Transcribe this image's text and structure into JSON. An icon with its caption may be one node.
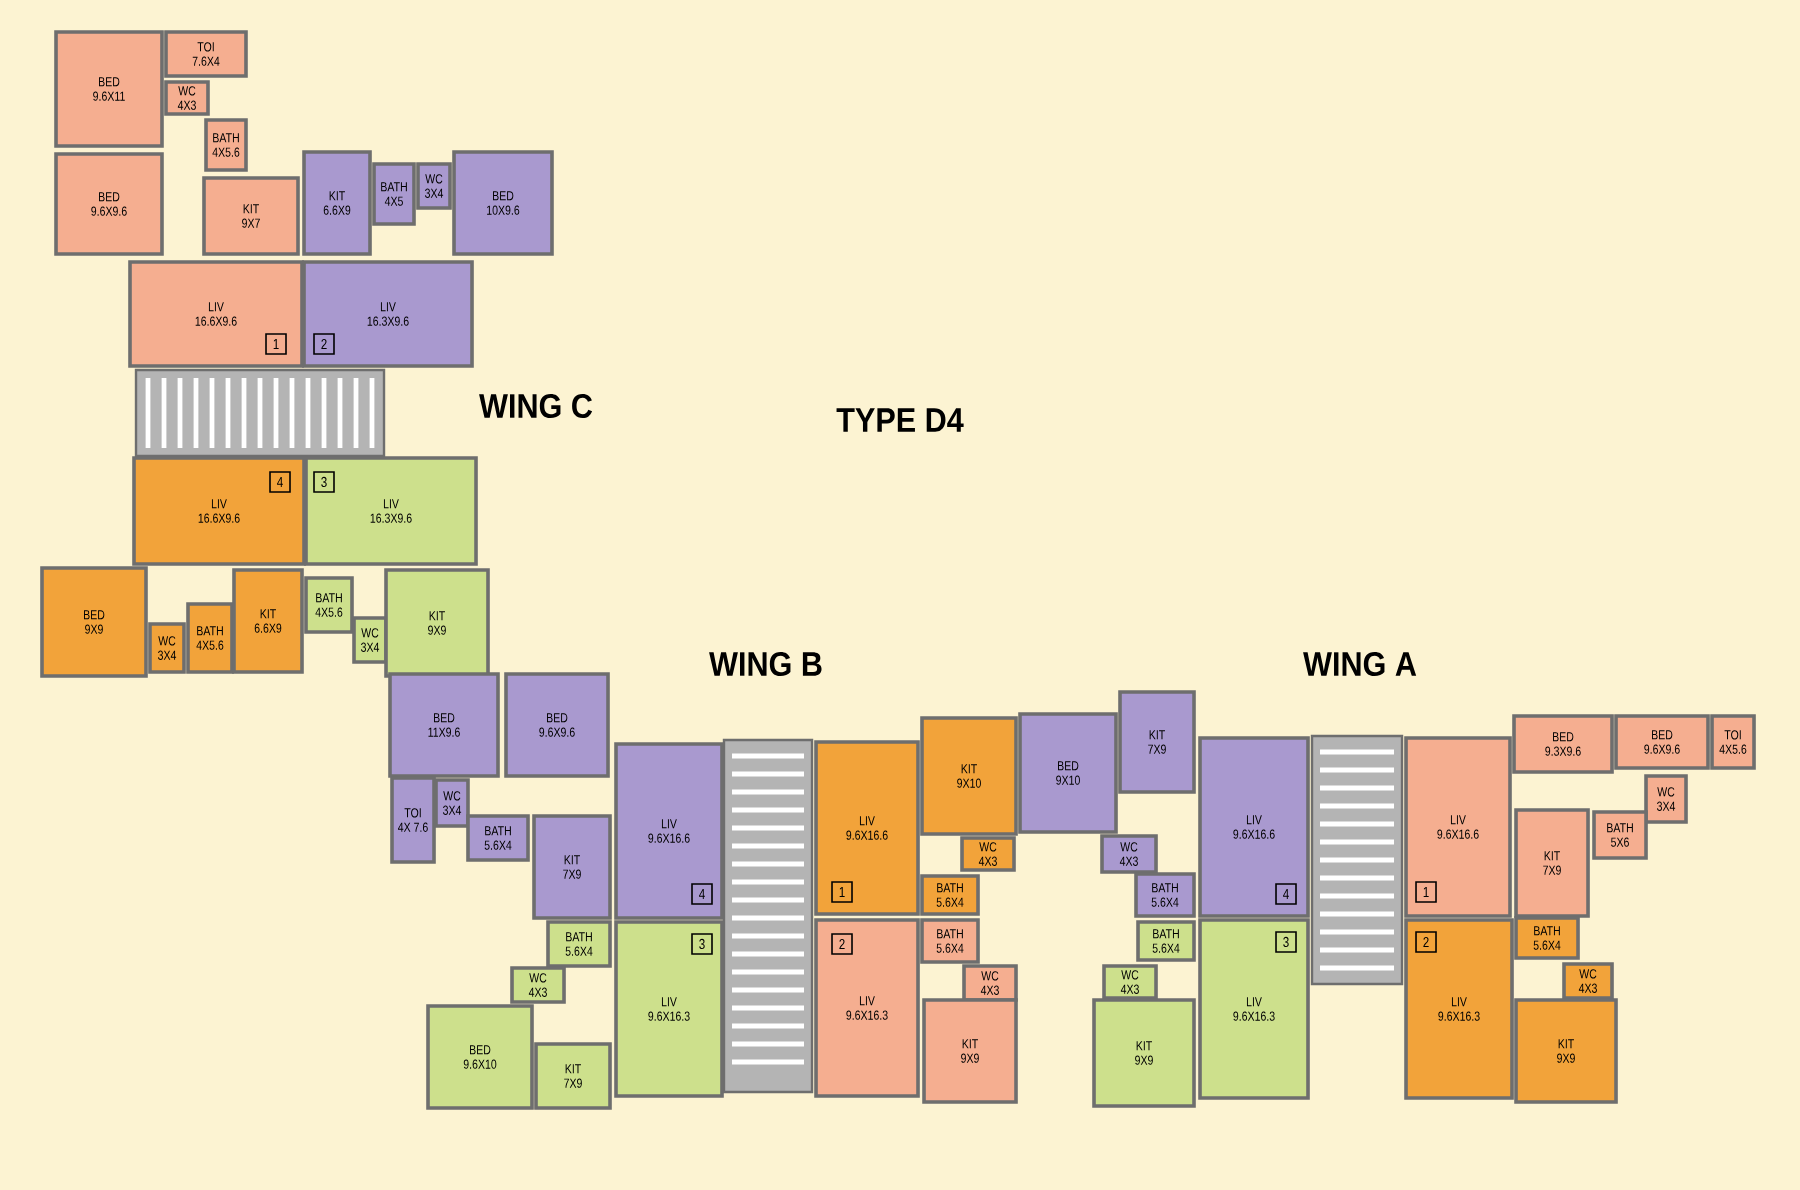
{
  "diagram": {
    "title": "TYPE D4",
    "nodes": [
      {
        "text": [
          "TOI",
          "7.6X4"
        ]
      },
      {
        "text": [
          "BED",
          "9.6X11"
        ]
      },
      {
        "text": [
          "WC",
          "4X3"
        ]
      },
      {
        "text": [
          "BATH",
          "4X5.6"
        ]
      },
      {
        "text": [
          "BED",
          "9.6X9.6"
        ]
      },
      {
        "text": [
          "KIT",
          "9X7"
        ]
      },
      {
        "text": [
          "LIV",
          "16.6X9.6"
        ]
      },
      {
        "text": [
          "KIT",
          "6.6X9"
        ]
      },
      {
        "text": [
          "BATH",
          "4X5"
        ]
      },
      {
        "text": [
          "WC",
          "3X4"
        ]
      },
      {
        "text": [
          "BED",
          "10X9.6"
        ]
      },
      {
        "text": [
          "LIV",
          "16.3X9.6"
        ]
      },
      {
        "text": [
          "LIV",
          "16.6X9.6"
        ]
      },
      {
        "text": [
          "BED",
          "9X9"
        ]
      },
      {
        "text": [
          "WC",
          "3X4"
        ]
      },
      {
        "text": [
          "BATH",
          "4X5.6"
        ]
      },
      {
        "text": [
          "KIT",
          "6.6X9"
        ]
      },
      {
        "text": [
          "LIV",
          "16.3X9.6"
        ]
      },
      {
        "text": [
          "BATH",
          "4X5.6"
        ]
      },
      {
        "text": [
          "WC",
          "3X4"
        ]
      },
      {
        "text": [
          "KIT",
          "9X9"
        ]
      },
      {
        "text": [
          "BED",
          "11X9.6"
        ]
      },
      {
        "text": [
          "BED",
          "9.6X9.6"
        ]
      },
      {
        "text": [
          "TOI",
          "4X 7.6"
        ]
      },
      {
        "text": [
          "WC",
          "3X4"
        ]
      },
      {
        "text": [
          "BATH",
          "5.6X4"
        ]
      },
      {
        "text": [
          "KIT",
          "7X9"
        ]
      },
      {
        "text": [
          "LIV",
          "9.6X16.6"
        ]
      },
      {
        "text": [
          "BATH",
          "5.6X4"
        ]
      },
      {
        "text": [
          "WC",
          "4X3"
        ]
      },
      {
        "text": [
          "LIV",
          "9.6X16.3"
        ]
      },
      {
        "text": [
          "BED",
          "9.6X10"
        ]
      },
      {
        "text": [
          "KIT",
          "7X9"
        ]
      },
      {
        "text": [
          "LIV",
          "9.6X16.6"
        ]
      },
      {
        "text": [
          "KIT",
          "9X10"
        ]
      },
      {
        "text": [
          "WC",
          "4X3"
        ]
      },
      {
        "text": [
          "BATH",
          "5.6X4"
        ]
      },
      {
        "text": [
          "BATH",
          "5.6X4"
        ]
      },
      {
        "text": [
          "WC",
          "4X3"
        ]
      },
      {
        "text": [
          "LIV",
          "9.6X16.3"
        ]
      },
      {
        "text": [
          "KIT",
          "9X9"
        ]
      },
      {
        "text": [
          "BED",
          "9X10"
        ]
      },
      {
        "text": [
          "KIT",
          "7X9"
        ]
      },
      {
        "text": [
          "WC",
          "4X3"
        ]
      },
      {
        "text": [
          "BATH",
          "5.6X4"
        ]
      },
      {
        "text": [
          "LIV",
          "9.6X16.6"
        ]
      },
      {
        "text": [
          "BATH",
          "5.6X4"
        ]
      },
      {
        "text": [
          "WC",
          "4X3"
        ]
      },
      {
        "text": [
          "KIT",
          "9X9"
        ]
      },
      {
        "text": [
          "LIV",
          "9.6X16.3"
        ]
      },
      {
        "text": [
          "BED",
          "9.3X9.6"
        ]
      },
      {
        "text": [
          "BED",
          "9.6X9.6"
        ]
      },
      {
        "text": [
          "TOI",
          "4X5.6"
        ]
      },
      {
        "text": [
          "WC",
          "3X4"
        ]
      },
      {
        "text": [
          "BATH",
          "5X6"
        ]
      },
      {
        "text": [
          "KIT",
          "7X9"
        ]
      },
      {
        "text": [
          "LIV",
          "9.6X16.6"
        ]
      },
      {
        "text": [
          "BATH",
          "5.6X4"
        ]
      },
      {
        "text": [
          "WC",
          "4X3"
        ]
      },
      {
        "text": [
          "LIV",
          "9.6X16.3"
        ]
      },
      {
        "text": [
          "KIT",
          "9X9"
        ]
      }
    ],
    "labels": [
      "1",
      "2",
      "WING C",
      "4",
      "3",
      "WING B",
      "WING A",
      "4",
      "3",
      "1",
      "2",
      "4",
      "3",
      "1",
      "2"
    ]
  }
}
